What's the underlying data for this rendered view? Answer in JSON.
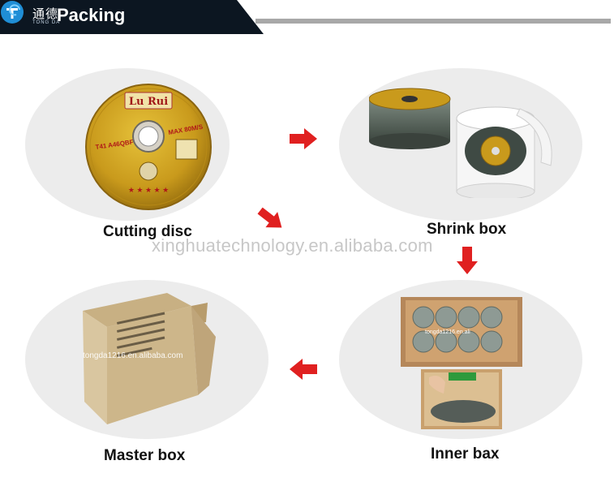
{
  "header": {
    "title": "Packing",
    "logo_cn": "通德",
    "logo_en": "TONG DA"
  },
  "colors": {
    "header_bg": "#0c1621",
    "accent_red": "#e02020",
    "oval_bg": "#ececec",
    "header_line": "#a8a8a8"
  },
  "steps": [
    {
      "label": "Cutting disc"
    },
    {
      "label": "Shrink box"
    },
    {
      "label": "Inner bax"
    },
    {
      "label": "Master box"
    }
  ],
  "watermark": "xinghuatechnology.en.alibaba.com",
  "disc_text": {
    "brand": "Lu Rui",
    "spec": "T41 A46QBF",
    "speed": "MAX 80M/S"
  },
  "box_watermark": "tongda1216.en.alibaba.com",
  "inner_watermark": "tongda1216.en.ali"
}
